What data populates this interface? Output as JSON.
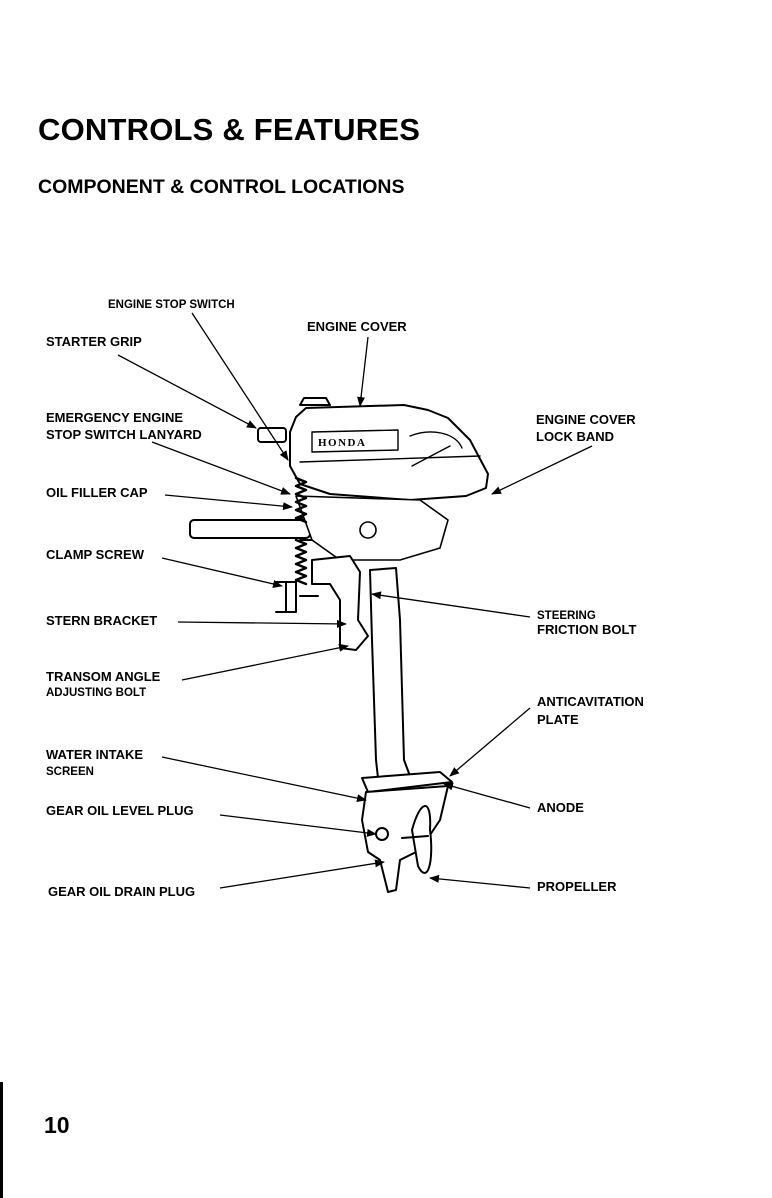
{
  "header": {
    "title": "CONTROLS & FEATURES",
    "subtitle": "COMPONENT & CONTROL LOCATIONS"
  },
  "diagram": {
    "brand_text": "HONDA",
    "labels": {
      "engine_stop_switch": "ENGINE STOP SWITCH",
      "starter_grip": "STARTER GRIP",
      "engine_cover": "ENGINE COVER",
      "emergency_lanyard_line1": "EMERGENCY ENGINE",
      "emergency_lanyard_line2": "STOP SWITCH LANYARD",
      "engine_cover_lock_band_line1": "ENGINE COVER",
      "engine_cover_lock_band_line2": "LOCK BAND",
      "oil_filler_cap": "OIL FILLER CAP",
      "clamp_screw": "CLAMP SCREW",
      "stern_bracket": "STERN BRACKET",
      "steering_friction_bolt_line1": "STEERING",
      "steering_friction_bolt_line2": "FRICTION BOLT",
      "transom_angle_line1": "TRANSOM ANGLE",
      "transom_angle_line2": "ADJUSTING BOLT",
      "anticavitation_line1": "ANTICAVITATION",
      "anticavitation_line2": "PLATE",
      "water_intake_line1": "WATER INTAKE",
      "water_intake_line2": "SCREEN",
      "anode": "ANODE",
      "gear_oil_level_plug": "GEAR OIL LEVEL PLUG",
      "gear_oil_drain_plug": "GEAR OIL DRAIN PLUG",
      "propeller": "PROPELLER"
    }
  },
  "footer": {
    "page_number": "10"
  }
}
